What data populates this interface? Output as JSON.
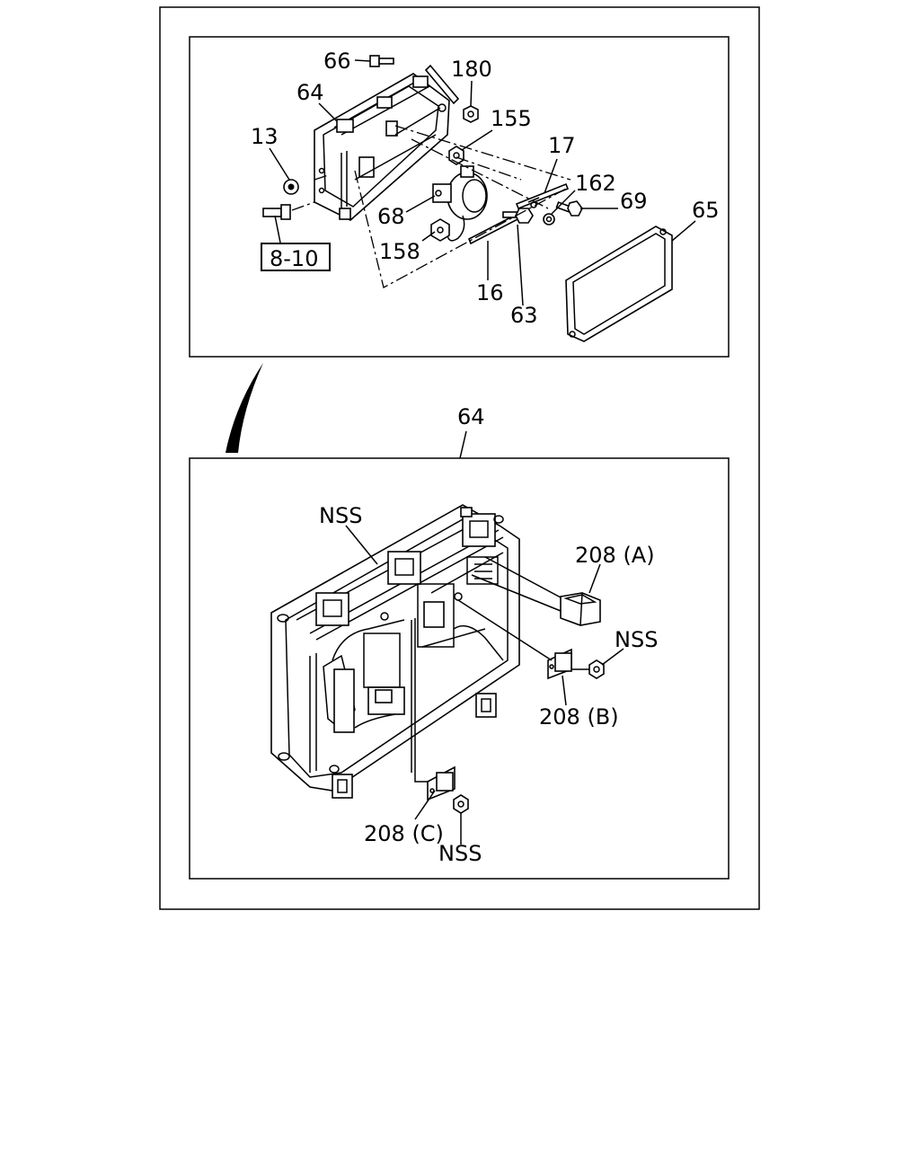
{
  "upper_panel": {
    "callouts": {
      "c66": "66",
      "c180": "180",
      "c64": "64",
      "c155": "155",
      "c13": "13",
      "c17": "17",
      "c162": "162",
      "c69": "69",
      "c65": "65",
      "c68": "68",
      "c158": "158",
      "c16": "16",
      "c63": "63"
    },
    "reference_box": "8-10"
  },
  "detail_ref": "64",
  "lower_panel": {
    "callouts": {
      "nss_top": "NSS",
      "c208a": "208 (A)",
      "nss_right": "NSS",
      "c208b": "208 (B)",
      "c208c": "208 (C)",
      "nss_bottom": "NSS"
    }
  }
}
